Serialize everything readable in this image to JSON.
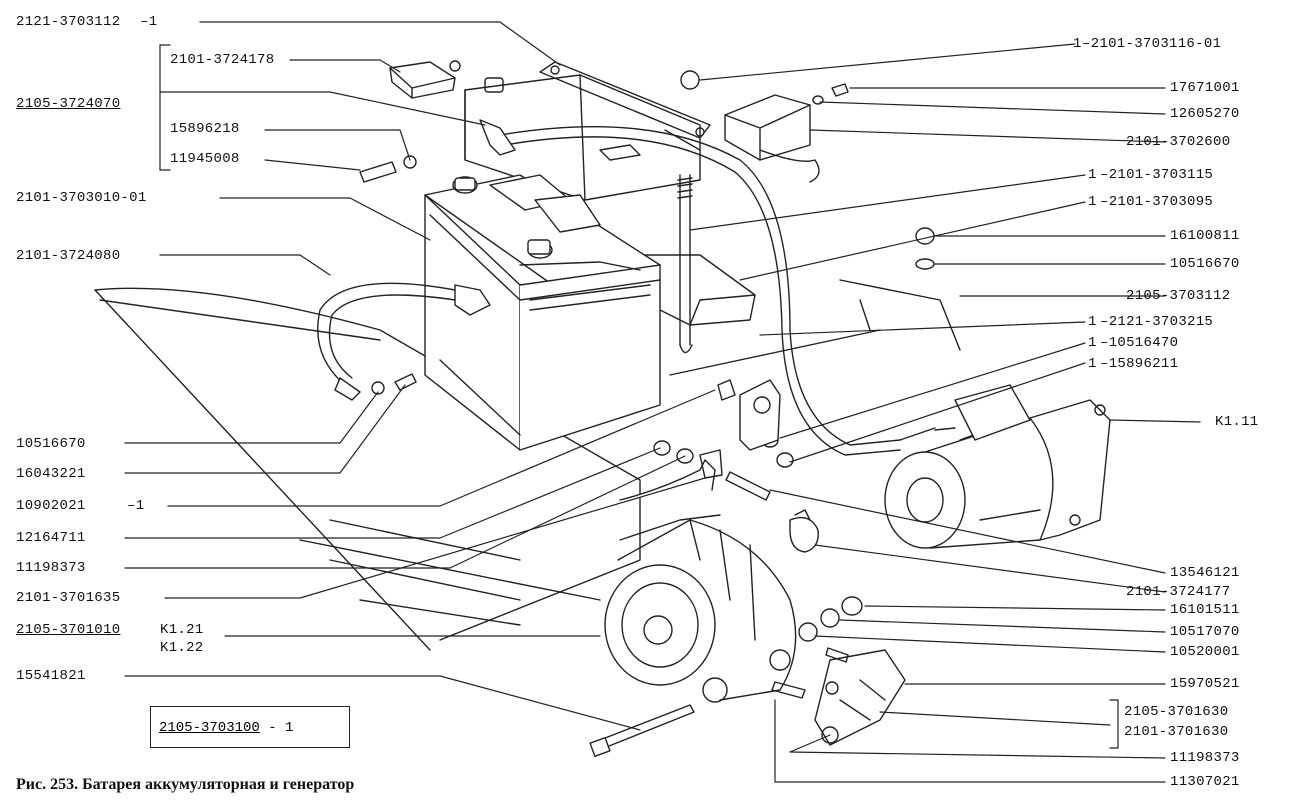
{
  "caption": "Рис. 253. Батарея аккумуляторная и генератор",
  "assembly_box": {
    "part": "2105-3703100",
    "sep": "-",
    "qty": "1"
  },
  "labels_left": {
    "l1": "2121-3703112",
    "l1q": "1",
    "l2": "2101-3724178",
    "l3": "2105-3724070",
    "l4": "15896218",
    "l5": "11945008",
    "l6": "2101-3703010-01",
    "l7": "2101-3724080",
    "l8": "10516670",
    "l9": "16043221",
    "l10": "10902021",
    "l10q": "1",
    "l11": "12164711",
    "l12": "11198373",
    "l13": "2101-3701635",
    "l14": "2105-3701010",
    "l14a": "K1.21",
    "l14b": "K1.22",
    "l15": "15541821"
  },
  "labels_right": {
    "r1q": "1",
    "r1": "2101-3703116-01",
    "r2": "17671001",
    "r3": "12605270",
    "r4": "2101-3702600",
    "r5q": "1",
    "r5": "2101-3703115",
    "r6q": "1",
    "r6": "2101-3703095",
    "r7": "16100811",
    "r8": "10516670",
    "r9": "2105-3703112",
    "r10q": "1",
    "r10": "2121-3703215",
    "r11q": "1",
    "r11": "10516470",
    "r12q": "1",
    "r12": "15896211",
    "r13": "K1.11",
    "r14": "13546121",
    "r15": "2101-3724177",
    "r16": "16101511",
    "r17": "10517070",
    "r18": "10520001",
    "r19": "15970521",
    "r20": "2105-3701630",
    "r21": "2101-3701630",
    "r22": "11198373",
    "r23": "11307021"
  }
}
